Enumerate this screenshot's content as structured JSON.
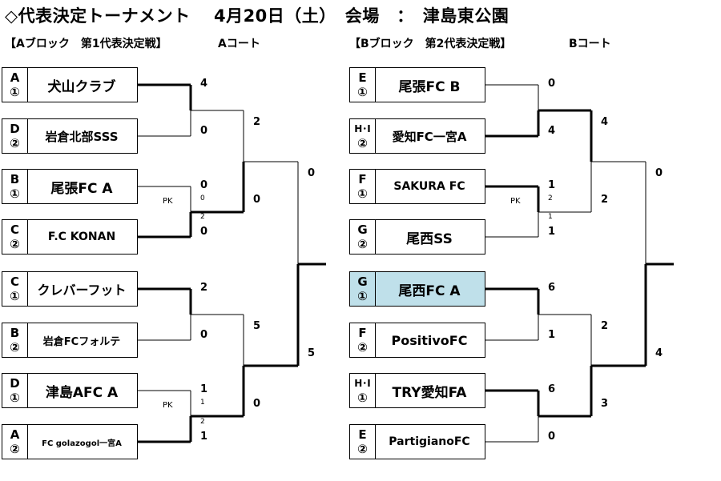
{
  "title": "◇代表決定トーナメント　 4月20日（土）　会場　：　津島東公園",
  "blockA": {
    "heading": "【Aブロック　第1代表決定戦】",
    "court": "Aコート",
    "teams": [
      {
        "seed_top": "A",
        "seed_bottom": "①",
        "name": "犬山クラブ"
      },
      {
        "seed_top": "D",
        "seed_bottom": "②",
        "name": "岩倉北部SSS"
      },
      {
        "seed_top": "B",
        "seed_bottom": "①",
        "name": "尾張FC A"
      },
      {
        "seed_top": "C",
        "seed_bottom": "②",
        "name": "F.C KONAN"
      },
      {
        "seed_top": "C",
        "seed_bottom": "①",
        "name": "クレバーフット"
      },
      {
        "seed_top": "B",
        "seed_bottom": "②",
        "name": "岩倉FCフォルテ"
      },
      {
        "seed_top": "D",
        "seed_bottom": "①",
        "name": "津島AFC A"
      },
      {
        "seed_top": "A",
        "seed_bottom": "②",
        "name": "FC golazogol一宮A"
      }
    ],
    "r1": [
      {
        "top": "4",
        "bottom": "0"
      },
      {
        "top": "0",
        "bottom": "0",
        "pk_label": "PK",
        "pk_top": "0",
        "pk_bottom": "2"
      },
      {
        "top": "2",
        "bottom": "0"
      },
      {
        "top": "1",
        "bottom": "1",
        "pk_label": "PK",
        "pk_top": "1",
        "pk_bottom": "2"
      }
    ],
    "r2": [
      {
        "top": "2",
        "bottom": "0"
      },
      {
        "top": "5",
        "bottom": "0"
      }
    ],
    "final": {
      "top": "0",
      "bottom": "5"
    }
  },
  "blockB": {
    "heading": "【Bブロック　第2代表決定戦】",
    "court": "Bコート",
    "teams": [
      {
        "seed_top": "E",
        "seed_bottom": "①",
        "name": "尾張FC B"
      },
      {
        "seed_top": "H･I",
        "seed_bottom": "②",
        "name": "愛知FC一宮A"
      },
      {
        "seed_top": "F",
        "seed_bottom": "①",
        "name": "SAKURA FC"
      },
      {
        "seed_top": "G",
        "seed_bottom": "②",
        "name": "尾西SS"
      },
      {
        "seed_top": "G",
        "seed_bottom": "①",
        "name": "尾西FC A",
        "highlight": true
      },
      {
        "seed_top": "F",
        "seed_bottom": "②",
        "name": "PositivoFC"
      },
      {
        "seed_top": "H･I",
        "seed_bottom": "①",
        "name": "TRY愛知FA"
      },
      {
        "seed_top": "E",
        "seed_bottom": "②",
        "name": "PartigianoFC"
      }
    ],
    "r1": [
      {
        "top": "0",
        "bottom": "4"
      },
      {
        "top": "1",
        "bottom": "1",
        "pk_label": "PK",
        "pk_top": "2",
        "pk_bottom": "1"
      },
      {
        "top": "6",
        "bottom": "1"
      },
      {
        "top": "6",
        "bottom": "0"
      }
    ],
    "r2": [
      {
        "top": "4",
        "bottom": "2"
      },
      {
        "top": "2",
        "bottom": "3"
      }
    ],
    "final": {
      "top": "0",
      "bottom": "4"
    }
  }
}
